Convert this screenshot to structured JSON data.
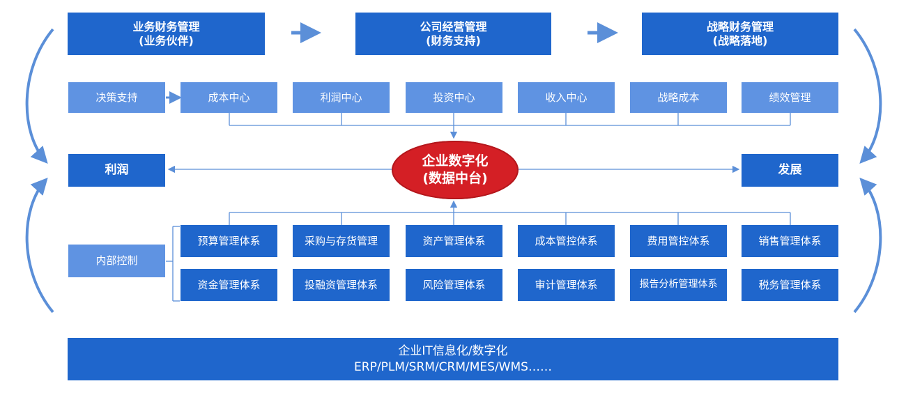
{
  "top_row": [
    {
      "title": "业务财务管理",
      "subtitle": "(业务伙伴)"
    },
    {
      "title": "公司经营管理",
      "subtitle": "(财务支持)"
    },
    {
      "title": "战略财务管理",
      "subtitle": "(战略落地)"
    }
  ],
  "decision_support": "决策支持",
  "centers": [
    "成本中心",
    "利润中心",
    "投资中心",
    "收入中心",
    "战略成本",
    "绩效管理"
  ],
  "hub": {
    "line1": "企业数字化",
    "line2": "(数据中台)"
  },
  "left_goal": "利润",
  "right_goal": "发展",
  "internal_control": "内部控制",
  "systems_row1": [
    "预算管理体系",
    "采购与存货管理",
    "资产管理体系",
    "成本管控体系",
    "费用管控体系",
    "销售管理体系"
  ],
  "systems_row2": [
    "资金管理体系",
    "投融资管理体系",
    "风险管理体系",
    "审计管理体系",
    "报告分析管理体系",
    "税务管理体系"
  ],
  "bottom": {
    "line1": "企业IT信息化/数字化",
    "line2": "ERP/PLM/SRM/CRM/MES/WMS……"
  },
  "colors": {
    "dark_blue": "#1f66cc",
    "light_blue": "#5f93e2",
    "hub_red": "#d41f25",
    "arrow_blue": "#5b8fd8"
  }
}
